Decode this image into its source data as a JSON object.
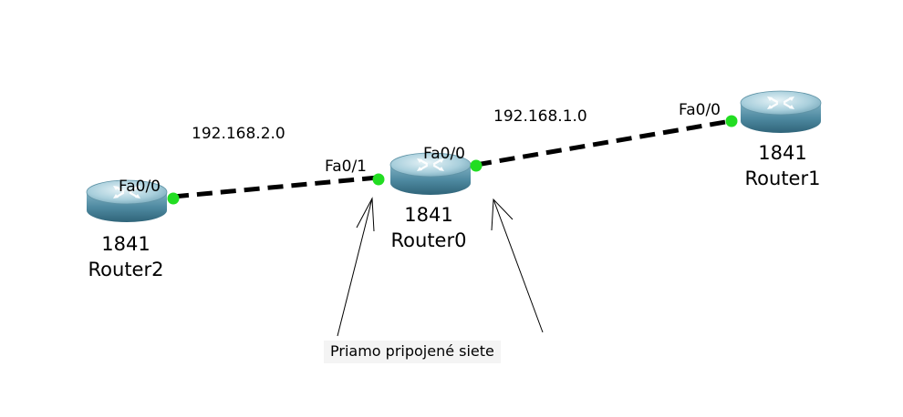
{
  "routers": [
    {
      "id": "router2",
      "model": "1841",
      "name": "Router2",
      "ports": [
        "Fa0/0"
      ]
    },
    {
      "id": "router0",
      "model": "1841",
      "name": "Router0",
      "ports": [
        "Fa0/1",
        "Fa0/0"
      ]
    },
    {
      "id": "router1",
      "model": "1841",
      "name": "Router1",
      "ports": [
        "Fa0/0"
      ]
    }
  ],
  "networks": [
    {
      "id": "net-left",
      "label": "192.168.2.0"
    },
    {
      "id": "net-right",
      "label": "192.168.1.0"
    }
  ],
  "annotation": {
    "text": "Priamo pripojené siete"
  },
  "colors": {
    "link": "#000000",
    "port_dot": "#22dd22",
    "router_body": "#5a8fa6",
    "router_top": "#9cc6d4",
    "annotation_bg": "#f4f4f4"
  }
}
